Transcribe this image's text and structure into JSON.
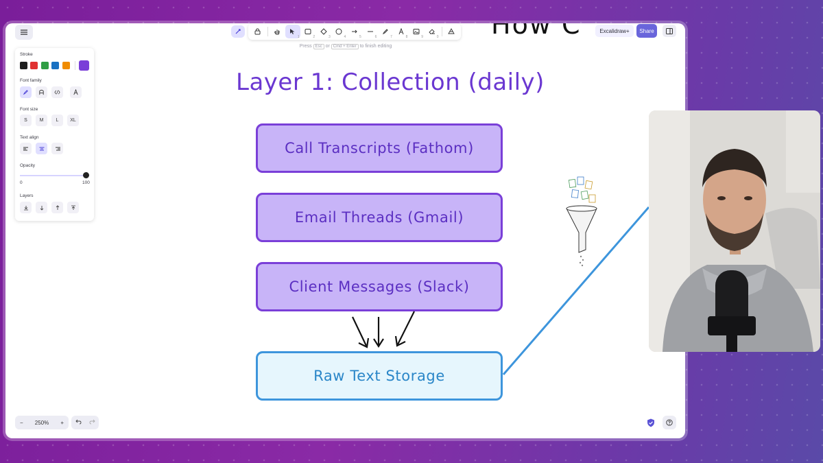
{
  "app": {
    "excalidraw_plus_label": "Excalidraw+",
    "share_label": "Share",
    "offscreen_title": "How C"
  },
  "toolbar": {
    "tools": [
      {
        "icon": "lock-icon",
        "num": ""
      },
      {
        "icon": "hand-icon",
        "num": ""
      },
      {
        "icon": "selection-icon",
        "num": "1"
      },
      {
        "icon": "rectangle-icon",
        "num": "2"
      },
      {
        "icon": "diamond-icon",
        "num": "3"
      },
      {
        "icon": "ellipse-icon",
        "num": "4"
      },
      {
        "icon": "arrow-icon",
        "num": "5"
      },
      {
        "icon": "line-icon",
        "num": "6"
      },
      {
        "icon": "pencil-icon",
        "num": "7"
      },
      {
        "icon": "text-icon",
        "num": "8"
      },
      {
        "icon": "image-icon",
        "num": "9"
      },
      {
        "icon": "eraser-icon",
        "num": "0"
      },
      {
        "icon": "shapes-library-icon",
        "num": ""
      }
    ],
    "hint_prefix": "Press",
    "hint_key1": "Esc",
    "hint_or": "or",
    "hint_key2": "Cmd + Enter",
    "hint_suffix": "to finish editing"
  },
  "panel": {
    "stroke_label": "Stroke",
    "stroke_colors": [
      "#1e1e1e",
      "#e03131",
      "#2f9e44",
      "#1971c2",
      "#f08c00"
    ],
    "stroke_current": "#7a3fd8",
    "font_family_label": "Font family",
    "font_size_label": "Font size",
    "font_sizes": [
      "S",
      "M",
      "L",
      "XL"
    ],
    "text_align_label": "Text align",
    "opacity_label": "Opacity",
    "opacity_min": "0",
    "opacity_max": "100",
    "opacity_value": 100,
    "layers_label": "Layers"
  },
  "footer": {
    "zoom_minus": "−",
    "zoom_level": "250%",
    "zoom_plus": "+"
  },
  "diagram": {
    "title": "Layer 1: Collection (daily)",
    "boxes": [
      {
        "label": "Call Transcripts (Fathom)"
      },
      {
        "label": "Email Threads (Gmail)"
      },
      {
        "label": "Client Messages (Slack)"
      },
      {
        "label": "Raw Text Storage"
      }
    ],
    "colors": {
      "purple_fill": "#c8b4f8",
      "purple_stroke": "#7a3fd8",
      "blue_fill": "#e6f6fd",
      "blue_stroke": "#3d95dc"
    }
  }
}
